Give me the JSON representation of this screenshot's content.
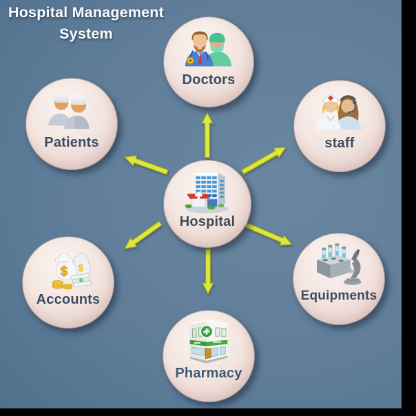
{
  "title": {
    "line1": "Hospital Management",
    "line2": "System"
  },
  "nodes": {
    "hospital": {
      "label": "Hospital",
      "icon": "hospital-building-icon"
    },
    "doctors": {
      "label": "Doctors",
      "icon": "doctors-icon"
    },
    "staff": {
      "label": "staff",
      "icon": "nurse-receptionist-icon"
    },
    "patients": {
      "label": "Patients",
      "icon": "patients-icon"
    },
    "accounts": {
      "label": "Accounts",
      "icon": "money-icon"
    },
    "equipments": {
      "label": "Equipments",
      "icon": "lab-equipment-icon"
    },
    "pharmacy": {
      "label": "Pharmacy",
      "icon": "pharmacy-building-icon"
    }
  },
  "connections": [
    {
      "from": "Hospital",
      "to": "Doctors"
    },
    {
      "from": "Hospital",
      "to": "staff"
    },
    {
      "from": "Hospital",
      "to": "Patients"
    },
    {
      "from": "Hospital",
      "to": "Accounts"
    },
    {
      "from": "Hospital",
      "to": "Equipments"
    },
    {
      "from": "Hospital",
      "to": "Pharmacy"
    }
  ],
  "colors": {
    "background_dark": "#3e5d7b",
    "background_light": "#6a87a1",
    "arrow_fill": "#dfe73e",
    "arrow_outline": "#95a421",
    "node_fill": "#f3e5e0",
    "label_text": "#3d4c63",
    "title_text": "#fafcff",
    "letterbox": "#000000"
  }
}
